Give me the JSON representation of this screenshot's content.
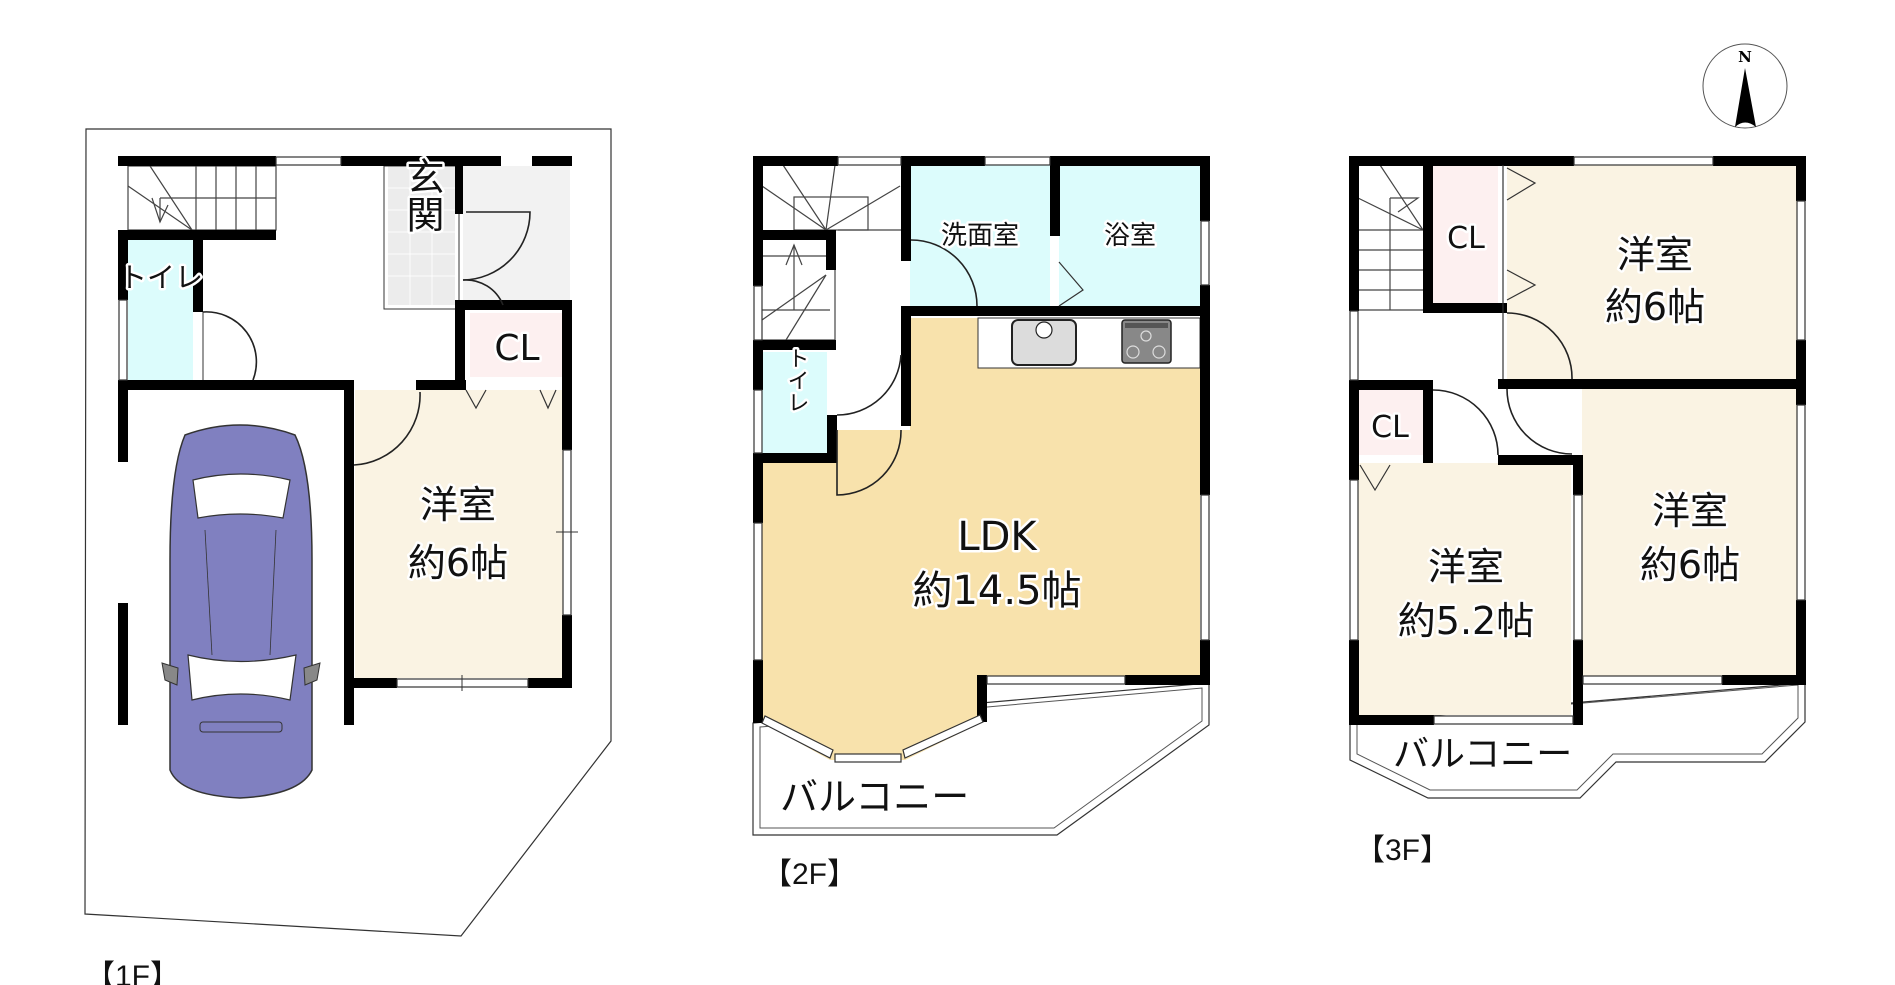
{
  "colors": {
    "wall": "#000000",
    "wet_room": "#dcfcfc",
    "ldk": "#f8e2ac",
    "western_room": "#faf3e3",
    "closet": "#fdf0f0",
    "entrance": "#ececec",
    "car": "#8080c0"
  },
  "compass": {
    "label": "N"
  },
  "floors": [
    {
      "id": "1F",
      "label": "【1F】",
      "rooms": [
        {
          "name": "toilet",
          "label": "トイレ"
        },
        {
          "name": "entrance",
          "label": "玄関"
        },
        {
          "name": "closet",
          "label": "CL"
        },
        {
          "name": "western-room",
          "label": "洋室",
          "size": "約6帖"
        }
      ],
      "parking": {
        "icon": "car-icon"
      }
    },
    {
      "id": "2F",
      "label": "【2F】",
      "rooms": [
        {
          "name": "washroom",
          "label": "洗面室"
        },
        {
          "name": "bathroom",
          "label": "浴室"
        },
        {
          "name": "toilet",
          "label": "トイレ"
        },
        {
          "name": "ldk",
          "label": "LDK",
          "size": "約14.5帖"
        },
        {
          "name": "balcony",
          "label": "バルコニー"
        }
      ],
      "fixtures": [
        "sink-icon",
        "stove-icon"
      ]
    },
    {
      "id": "3F",
      "label": "【3F】",
      "rooms": [
        {
          "name": "closet-upper",
          "label": "CL"
        },
        {
          "name": "western-room-ne",
          "label": "洋室",
          "size": "約6帖"
        },
        {
          "name": "closet-lower",
          "label": "CL"
        },
        {
          "name": "western-room-sw",
          "label": "洋室",
          "size": "約5.2帖"
        },
        {
          "name": "western-room-se",
          "label": "洋室",
          "size": "約6帖"
        },
        {
          "name": "balcony",
          "label": "バルコニー"
        }
      ]
    }
  ]
}
